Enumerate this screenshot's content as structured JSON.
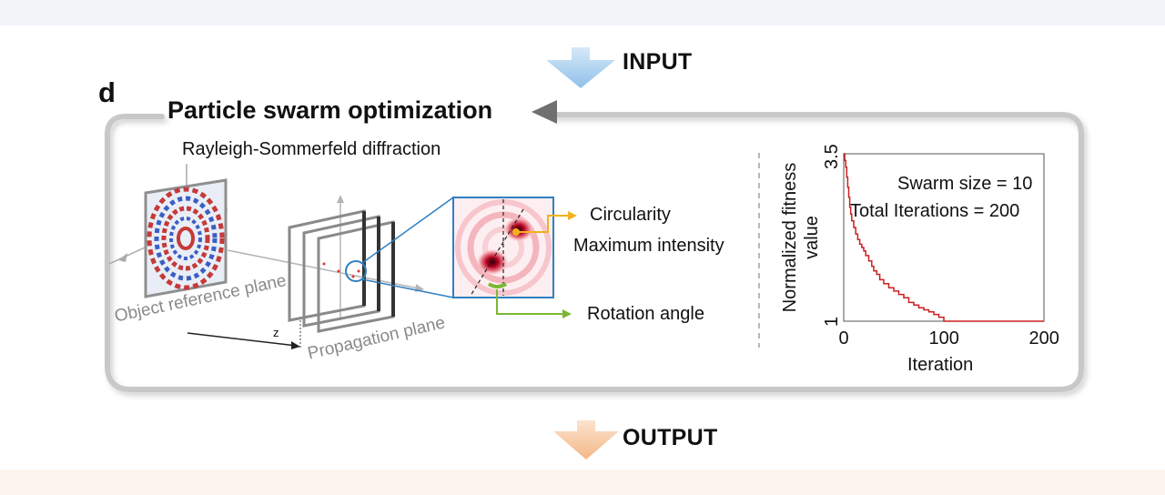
{
  "flow": {
    "input_label": "INPUT",
    "output_label": "OUTPUT"
  },
  "panel": {
    "letter": "d",
    "title": "Particle swarm optimization",
    "subtitle": "Rayleigh-Sommerfeld diffraction",
    "object_plane_label": "Object reference plane",
    "propagation_plane_label": "Propagation plane",
    "z_label": "z",
    "outputs": {
      "circularity": "Circularity",
      "max_intensity": "Maximum intensity",
      "rotation_angle": "Rotation angle"
    }
  },
  "colors": {
    "input_arrow": "#9cc8ec",
    "input_text": "#2e6fad",
    "output_arrow": "#f6c8a0",
    "output_text": "#c2621a",
    "curve": "#cc1f1f",
    "yellow_connector": "#f2b21b",
    "green_connector": "#7ab833",
    "lens_circle": "#2f7fc1"
  },
  "chart_data": {
    "type": "line",
    "xlabel": "Iteration",
    "ylabel": "Normalized fitness value",
    "xlim": [
      0,
      200
    ],
    "ylim": [
      1,
      3.5
    ],
    "xticks": [
      0,
      100,
      200
    ],
    "yticks": [
      1,
      3.5
    ],
    "annotations": [
      "Swarm size = 10",
      "Total Iterations = 200"
    ],
    "series": [
      {
        "x": [
          0,
          1,
          2,
          3,
          4,
          5,
          6,
          7,
          8,
          10,
          12,
          14,
          16,
          18,
          20,
          22,
          25,
          28,
          30,
          33,
          36,
          40,
          45,
          50,
          55,
          60,
          65,
          70,
          75,
          80,
          85,
          90,
          95,
          100,
          110,
          120,
          130,
          140,
          150,
          160,
          170,
          180,
          190,
          200
        ],
        "y": [
          3.5,
          3.4,
          3.3,
          3.15,
          3.0,
          2.85,
          2.7,
          2.6,
          2.5,
          2.4,
          2.3,
          2.22,
          2.15,
          2.1,
          2.05,
          1.98,
          1.9,
          1.82,
          1.75,
          1.7,
          1.62,
          1.56,
          1.5,
          1.45,
          1.4,
          1.35,
          1.28,
          1.24,
          1.2,
          1.17,
          1.14,
          1.1,
          1.06,
          1.0,
          1.0,
          1.0,
          1.0,
          1.0,
          1.0,
          1.0,
          1.0,
          1.0,
          1.0,
          1.0
        ]
      }
    ]
  }
}
